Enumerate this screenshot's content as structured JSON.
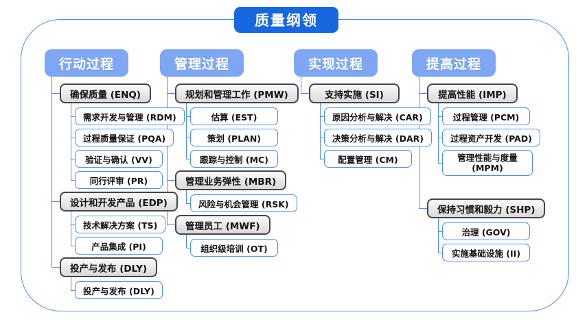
{
  "title": "质量纲领",
  "colors": {
    "title_bg": "#1667e0",
    "header_bg": "#7da7f3",
    "connector": "#4e8bee",
    "group_border": "#454545"
  },
  "columns": [
    {
      "header": "行动过程",
      "groups": [
        {
          "label": "确保质量 (ENQ)",
          "children": [
            {
              "label": "需求开发与管理 (RDM)"
            },
            {
              "label": "过程质量保证 (PQA)"
            },
            {
              "label": "验证与确认 (VV)"
            },
            {
              "label": "同行评审 (PR)"
            }
          ]
        },
        {
          "label": "设计和开发产品 (EDP)",
          "children": [
            {
              "label": "技术解决方案 (TS)"
            },
            {
              "label": "产品集成 (PI)"
            }
          ]
        },
        {
          "label": "投产与发布 (DLY)",
          "children": [
            {
              "label": "投产与发布 (DLY)"
            }
          ]
        }
      ]
    },
    {
      "header": "管理过程",
      "groups": [
        {
          "label": "规划和管理工作 (PMW)",
          "children": [
            {
              "label": "估算 (EST)"
            },
            {
              "label": "策划 (PLAN)"
            },
            {
              "label": "跟踪与控制 (MC)"
            }
          ]
        },
        {
          "label": "管理业务弹性 (MBR)",
          "children": [
            {
              "label": "风险与机会管理 (RSK)"
            }
          ]
        },
        {
          "label": "管理员工 (MWF)",
          "children": [
            {
              "label": "组织级培训 (OT)"
            }
          ]
        }
      ]
    },
    {
      "header": "实现过程",
      "groups": [
        {
          "label": "支持实施 (SI)",
          "children": [
            {
              "label": "原因分析与解决 (CAR)"
            },
            {
              "label": "决策分析与解决 (DAR)"
            },
            {
              "label": "配置管理 (CM)"
            }
          ]
        }
      ]
    },
    {
      "header": "提高过程",
      "groups": [
        {
          "label": "提高性能 (IMP)",
          "children": [
            {
              "label": "过程管理 (PCM)"
            },
            {
              "label": "过程资产开发 (PAD)"
            },
            {
              "label": "管理性能与度量 (MPM)",
              "multiline": true
            }
          ]
        },
        {
          "label": "保持习惯和毅力 (SHP)",
          "gap_before": true,
          "children": [
            {
              "label": "治理 (GOV)"
            },
            {
              "label": "实施基础设施 (II)"
            }
          ]
        }
      ]
    }
  ]
}
